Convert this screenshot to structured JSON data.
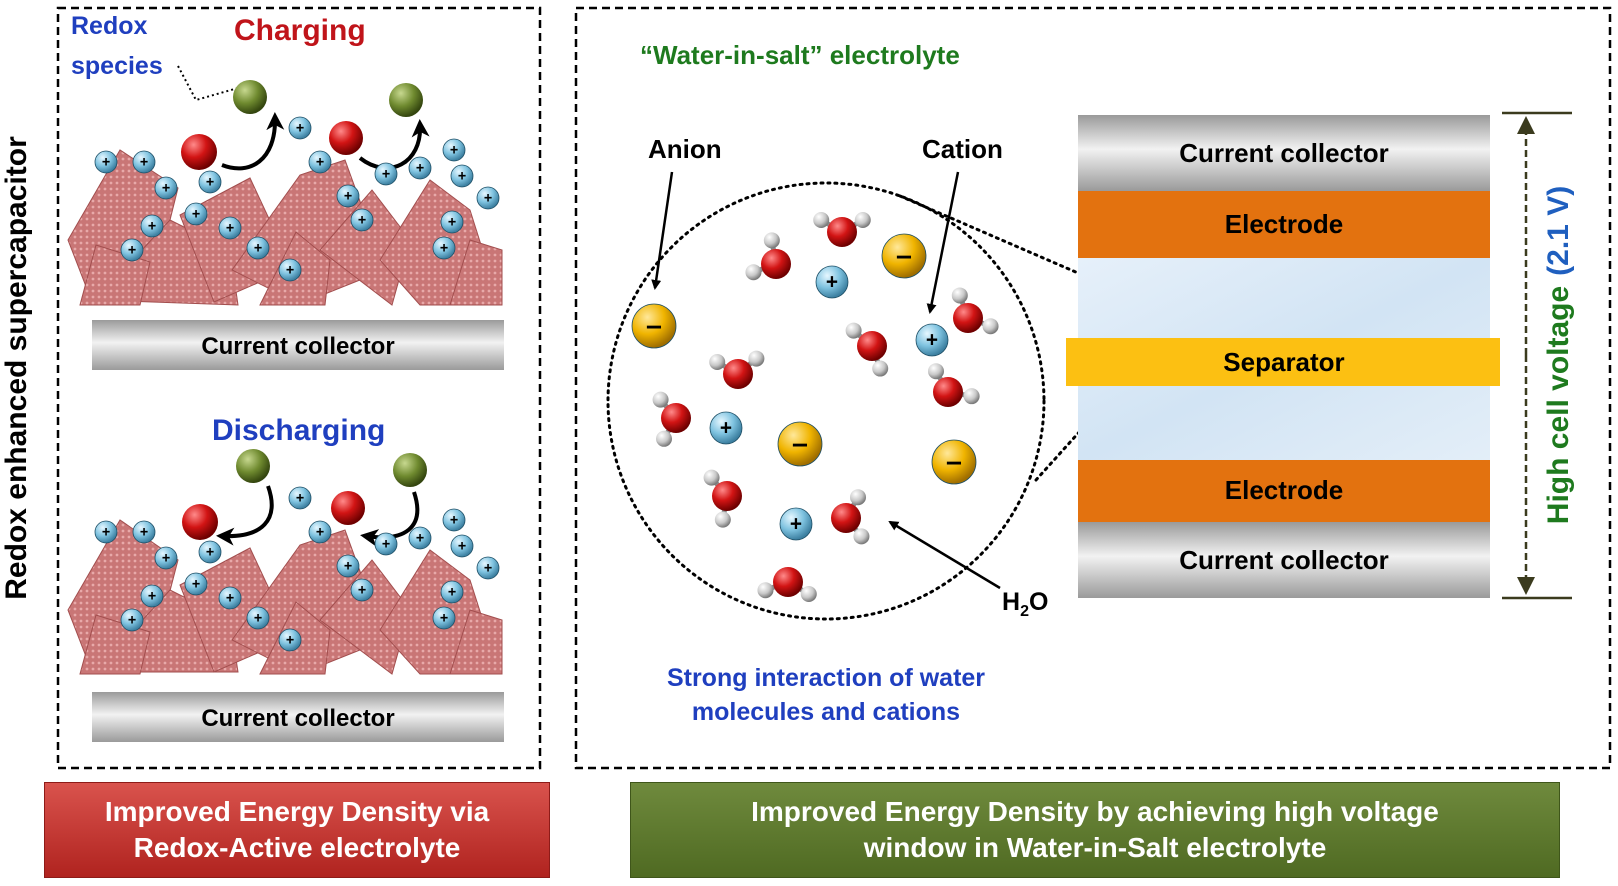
{
  "left_panel": {
    "side_title": "Redox enhanced supercapacitor",
    "redox_label_line1": "Redox",
    "redox_label_line2": "species",
    "charging_label": "Charging",
    "discharging_label": "Discharging",
    "collector_top": "Current collector",
    "collector_bottom": "Current collector",
    "cation_symbol": "+"
  },
  "right_panel": {
    "title": "“Water-in-salt” electrolyte",
    "anion_label": "Anion",
    "cation_label": "Cation",
    "anion_symbol": "–",
    "cation_symbol": "+",
    "water_label_H": "H",
    "water_label_sub": "2",
    "water_label_O": "O",
    "caption_line1": "Strong interaction of water",
    "caption_line2": "molecules and cations",
    "stack": {
      "collector_top": "Current collector",
      "electrode_top": "Electrode",
      "separator": "Separator",
      "electrode_bottom": "Electrode",
      "collector_bottom": "Current collector"
    },
    "voltage_label_main": "High cell voltage",
    "voltage_label_value": "(2.1 V)"
  },
  "banners": {
    "left_line1": "Improved Energy Density via",
    "left_line2": "Redox-Active electrolyte",
    "right_line1": "Improved Energy Density by achieving high voltage",
    "right_line2": "window in Water-in-Salt electrolyte"
  },
  "colors": {
    "redox_blue": "#1f3fbf",
    "charging_red": "#c0141a",
    "title_green": "#1e7a1e",
    "electrode_orange": "#e3720f",
    "separator_yellow": "#fcc012",
    "voltage_green": "#1e7a1e",
    "voltage_blue": "#1f5fbf",
    "banner_red": "#c2302c",
    "banner_green": "#5b7a2d",
    "nanosheet_pink": "#c46e6e"
  }
}
